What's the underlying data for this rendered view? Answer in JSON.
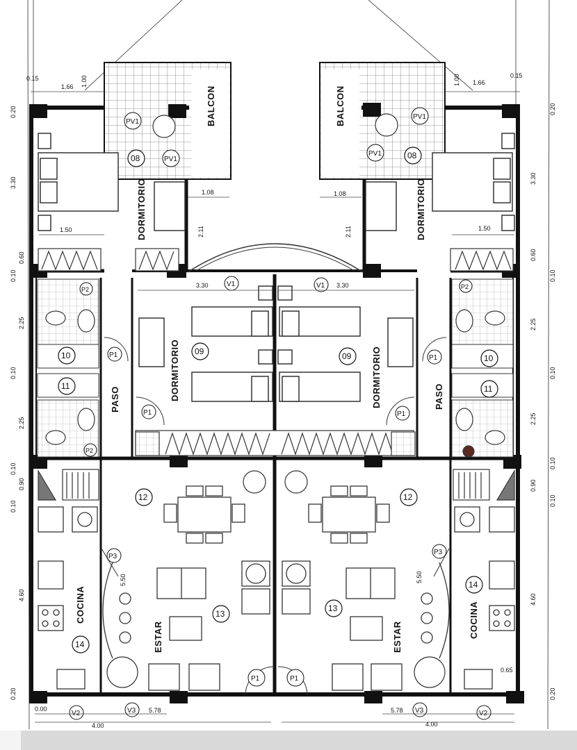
{
  "colors": {
    "wall": "#111111",
    "line": "#333333",
    "hatch": "#777777",
    "paper": "#ffffff",
    "footer": "#d9d9d9"
  },
  "rooms": {
    "balcon": "BALCON",
    "dormitorio": "DORMITORIO",
    "paso": "PASO",
    "cocina": "COCINA",
    "estar": "ESTAR"
  },
  "numbers": {
    "n08": "08",
    "n09": "09",
    "n10": "10",
    "n11": "11",
    "n12": "12",
    "n13": "13",
    "n14": "14"
  },
  "tags": {
    "pv1": "PV1",
    "p1": "P1",
    "p2": "P2",
    "p3": "P3",
    "v1": "V1",
    "v2": "V2",
    "v3": "V3"
  },
  "dims": {
    "d015": "0.15",
    "d166": "1.66",
    "d100": "1.00",
    "d020": "0.20",
    "d330": "3.30",
    "d108": "1.08",
    "d211": "2.11",
    "d150": "1.50",
    "d060": "0.60",
    "d010": "0.10",
    "d225": "2.25",
    "d090": "0.90",
    "d550": "5.50",
    "d460": "4.60",
    "d578": "5.78",
    "d400": "4.00",
    "d065": "0.65",
    "d000": "0.00"
  },
  "icons": [
    "tree-symbol",
    "bed-symbol",
    "table-symbol",
    "sofa-symbol",
    "wc-symbol",
    "sink-symbol",
    "stove-symbol"
  ]
}
